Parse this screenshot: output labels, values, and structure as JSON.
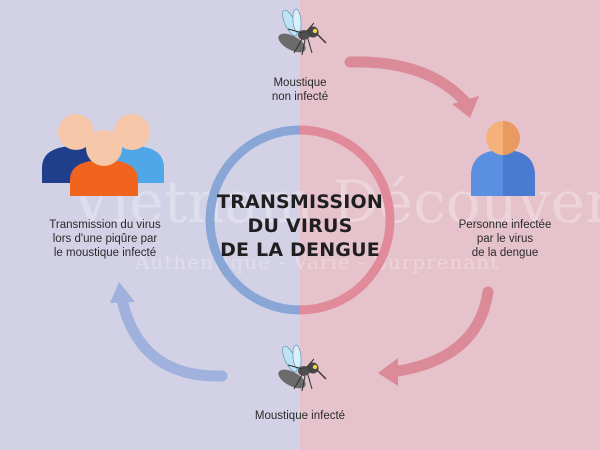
{
  "title": [
    "TRANSMISSION",
    "DU VIRUS",
    "DE LA DENGUE"
  ],
  "nodes": {
    "top": [
      "Moustique",
      "non infecté"
    ],
    "right": [
      "Personne infectée",
      "par le virus",
      "de la dengue"
    ],
    "bottom": [
      "Moustique infecté"
    ],
    "left": [
      "Transmission du virus",
      "lors d'une piqûre par",
      "le moustique infecté"
    ]
  },
  "watermark": {
    "brand": "Vietnam Découverte",
    "tagline": "Authentique - Varié - Surprenant"
  },
  "colors": {
    "left_bg": "#d3d1e6",
    "right_bg": "#e6c3cc",
    "circle_left": "#8aa6d6",
    "circle_right": "#e08a9a",
    "arrow_red": "#db8a98",
    "arrow_blue": "#9fb1dc"
  },
  "icons": {
    "mosquito_top": "mosquito-icon",
    "mosquito_bottom": "mosquito-icon",
    "person_right": "person-icon",
    "group_left": "people-group-icon"
  }
}
